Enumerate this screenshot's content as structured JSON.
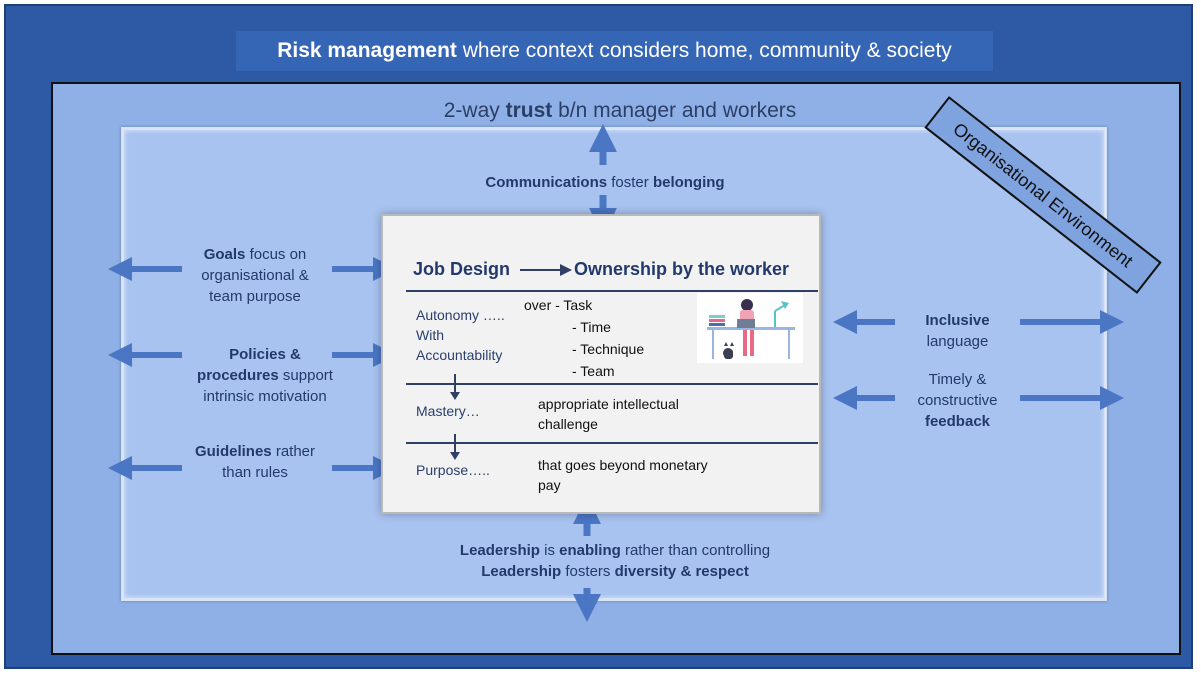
{
  "outer": {
    "title_bold": "Risk management",
    "title_rest": " where context considers home, community & society"
  },
  "trust": {
    "pre": "2-way ",
    "bold": "trust",
    "post": " b/n manager and workers"
  },
  "environment_label": "Organisational Environment",
  "top": {
    "comm_bold": "Communications",
    "comm_mid": " foster ",
    "comm_bold2": "belonging"
  },
  "left": {
    "goals": {
      "bold": "Goals",
      "rest1": " focus on",
      "line2": "organisational &",
      "line3": "team purpose"
    },
    "policies": {
      "bold1": "Policies &",
      "bold2": "procedures",
      "rest2": " support",
      "line3": "intrinsic motivation"
    },
    "guidelines": {
      "bold": "Guidelines",
      "rest1": " rather",
      "line2": "than rules"
    }
  },
  "right": {
    "inclusive": {
      "bold": "Inclusive",
      "line2": "language"
    },
    "feedback": {
      "line1": "Timely &",
      "line2": "constructive",
      "bold": "feedback"
    }
  },
  "center": {
    "title_left": "Job Design",
    "title_right": "Ownership by the worker",
    "autonomy": {
      "l1": "Autonomy …..",
      "l2": "With",
      "l3": "Accountability"
    },
    "over": {
      "l1": "over - Task",
      "l2": "- Time",
      "l3": "- Technique",
      "l4": "- Team"
    },
    "mastery": "Mastery…",
    "mastery_desc": {
      "l1": "appropriate intellectual",
      "l2": "challenge"
    },
    "purpose": "Purpose…..",
    "purpose_desc": {
      "l1": "that goes beyond monetary",
      "l2": "pay"
    }
  },
  "bottom": {
    "l1_bold": "Leadership",
    "l1_mid": " is ",
    "l1_bold2": "enabling",
    "l1_rest": " rather than controlling",
    "l2_bold": "Leadership",
    "l2_mid": " fosters ",
    "l2_bold2": "diversity & respect"
  },
  "colors": {
    "outer": "#2e5aa5",
    "middle": "#8fb0e6",
    "inner": "#a8c3f0",
    "arrow": "#4a76c4",
    "text": "#223a6b"
  }
}
